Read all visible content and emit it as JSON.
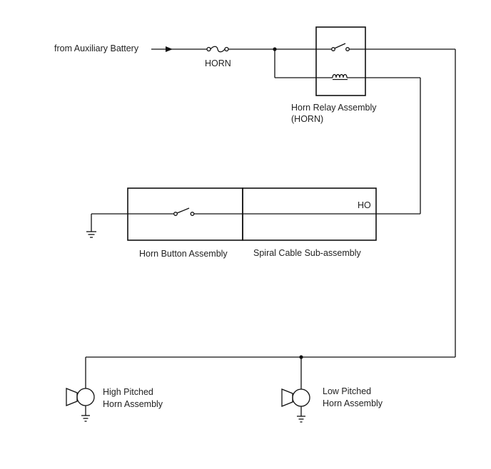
{
  "labels": {
    "source": "from Auxiliary Battery",
    "fuse": "HORN",
    "relay_line1": "Horn Relay Assembly",
    "relay_line2": "(HORN)",
    "terminal": "HO",
    "horn_button": "Horn Button Assembly",
    "spiral_cable": "Spiral Cable Sub-assembly",
    "high_horn_line1": "High Pitched",
    "high_horn_line2": "Horn Assembly",
    "low_horn_line1": "Low Pitched",
    "low_horn_line2": "Horn Assembly"
  },
  "colors": {
    "wire": "#111111",
    "text": "#222222",
    "background": "#ffffff"
  }
}
